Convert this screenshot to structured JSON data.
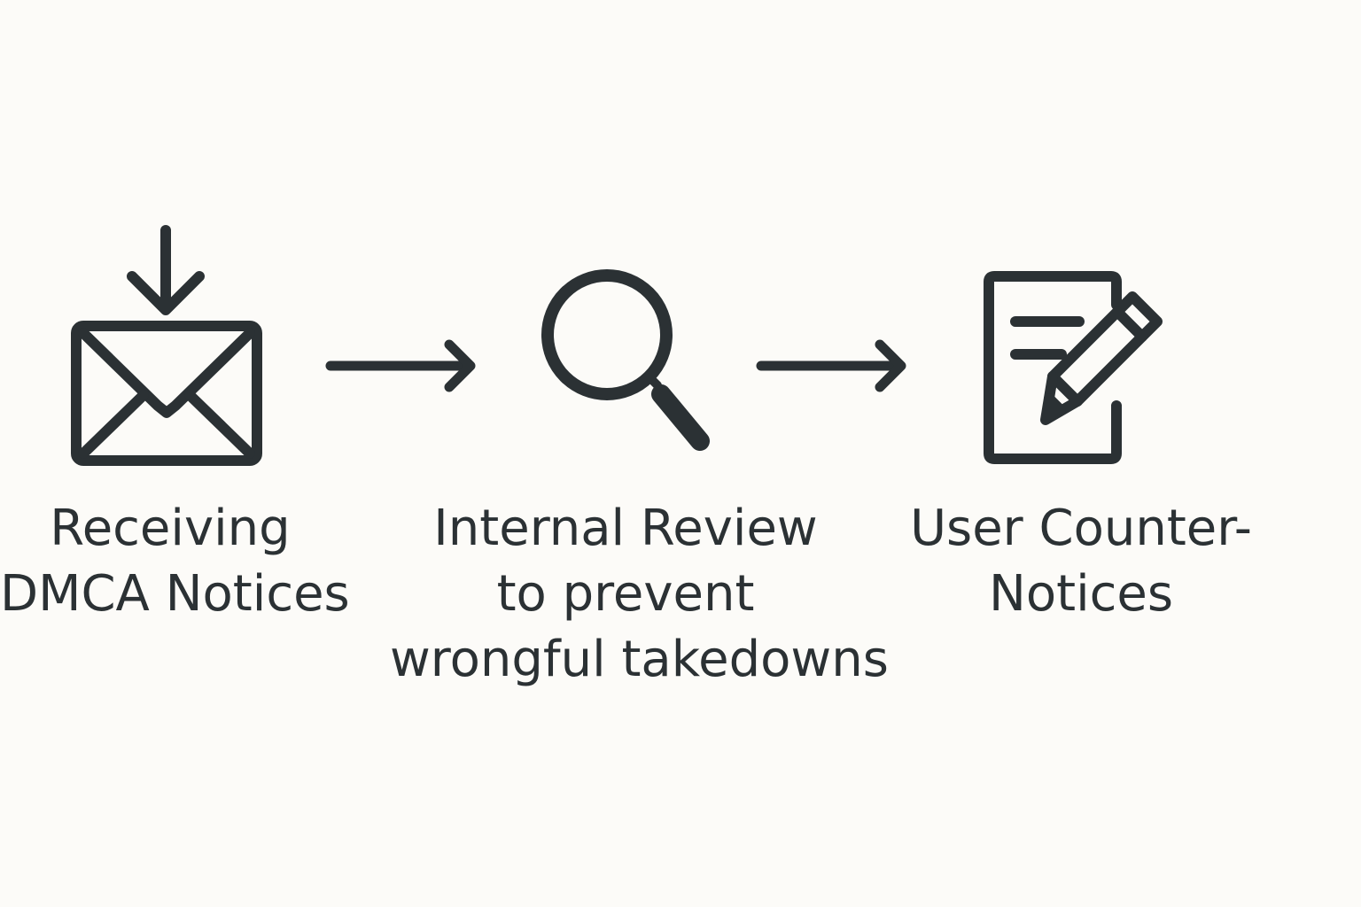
{
  "colors": {
    "background": "#fcfbf8",
    "ink": "#2b3134"
  },
  "steps": [
    {
      "icon": "envelope-inbox-icon",
      "label_lines": [
        "Receiving",
        "DMCA Notices"
      ]
    },
    {
      "icon": "magnifying-glass-icon",
      "label_lines": [
        "Internal Review",
        "to prevent",
        "wrongful takedowns"
      ]
    },
    {
      "icon": "document-edit-icon",
      "label_lines": [
        "User Counter-",
        "Notices"
      ]
    }
  ],
  "connectors": [
    {
      "icon": "arrow-right-icon"
    },
    {
      "icon": "arrow-right-icon"
    }
  ]
}
